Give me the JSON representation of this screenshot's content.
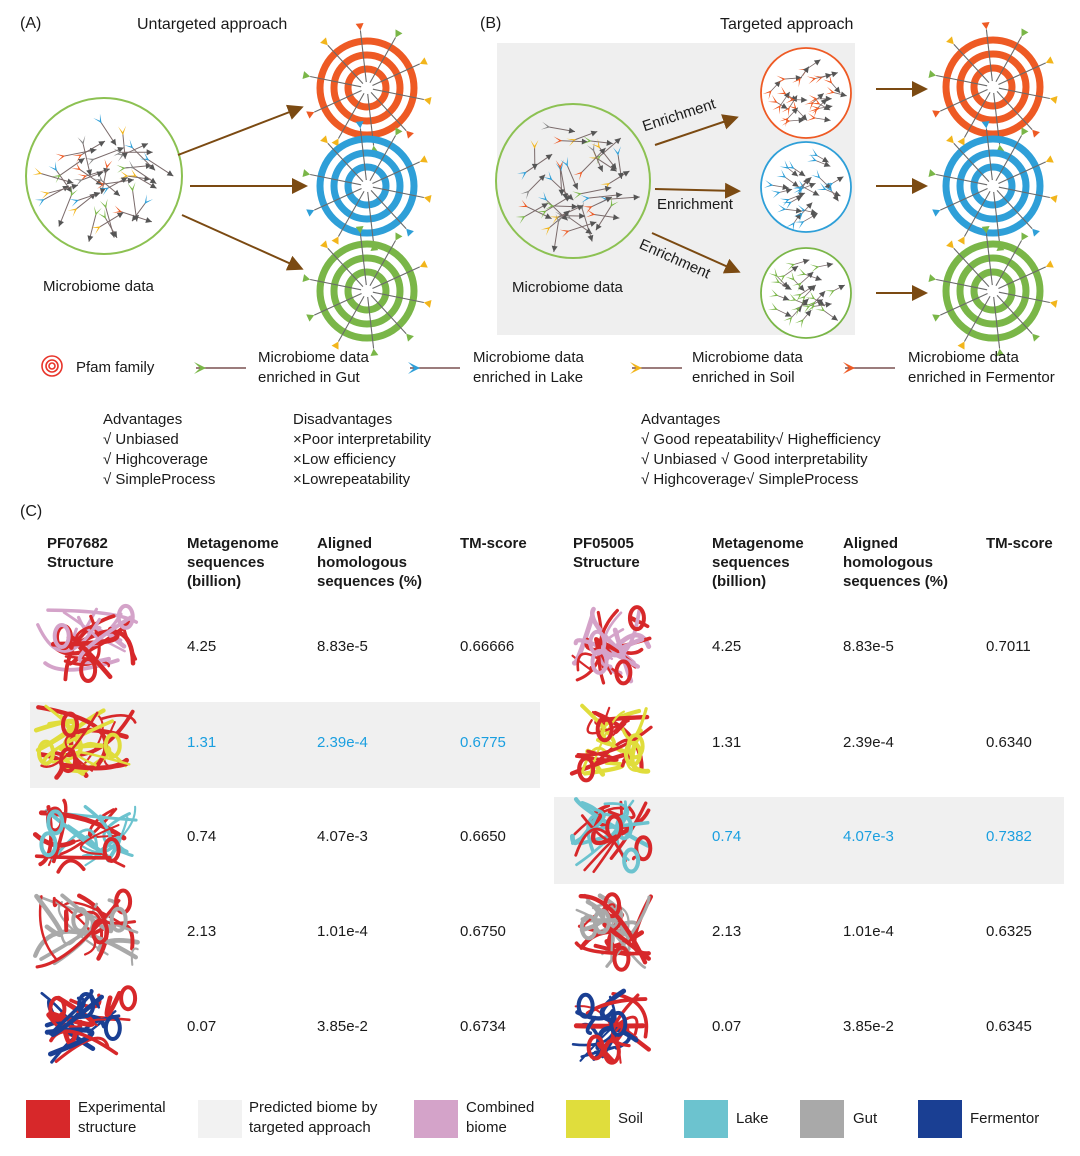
{
  "panels": {
    "a": {
      "label": "(A)",
      "title": "Untargeted approach",
      "source_label": "Microbiome data"
    },
    "b": {
      "label": "(B)",
      "title": "Targeted approach",
      "source_label": "Microbiome data",
      "arrow_label": "Enrichment"
    },
    "c": {
      "label": "(C)"
    }
  },
  "legend_top": [
    {
      "label": "Pfam family",
      "icon": "target-icon",
      "color": "#e8342a"
    },
    {
      "label": "Microbiome data\nenriched in Gut",
      "icon": "arrow-icon",
      "color": "#7ab648"
    },
    {
      "label": "Microbiome data\nenriched in Lake",
      "icon": "arrow-icon",
      "color": "#2e9fd8"
    },
    {
      "label": "Microbiome data\nenriched in Soil",
      "icon": "arrow-icon",
      "color": "#f2b51b"
    },
    {
      "label": "Microbiome data\nenriched in Fermentor",
      "icon": "arrow-icon",
      "color": "#ee5a24"
    }
  ],
  "notes": {
    "untargeted_advantages": "Advantages\n√ Unbiased\n√ Highcoverage\n√ SimpleProcess",
    "untargeted_disadvantages": "Disadvantages\n×Poor interpretability\n×Low efficiency\n×Lowrepeatability",
    "targeted_advantages": "Advantages\n√ Good repeatability√ Highefficiency\n√ Unbiased √ Good interpretability\n√ Highcoverage√ SimpleProcess"
  },
  "tables": [
    {
      "headers": [
        "PF07682\nStructure",
        "Metagenome\nsequences\n(billion)",
        "Aligned\nhomologous\nsequences (%)",
        "TM-score"
      ],
      "rows": [
        {
          "seq": "4.25",
          "aligned": "8.83e-5",
          "tm": "0.66666",
          "highlight": false,
          "color": "#d4a3c9"
        },
        {
          "seq": "1.31",
          "aligned": "2.39e-4",
          "tm": "0.6775",
          "highlight": true,
          "color": "#e0dd3c"
        },
        {
          "seq": "0.74",
          "aligned": "4.07e-3",
          "tm": "0.6650",
          "highlight": false,
          "color": "#6cc3cf"
        },
        {
          "seq": "2.13",
          "aligned": "1.01e-4",
          "tm": "0.6750",
          "highlight": false,
          "color": "#a9a9a9"
        },
        {
          "seq": "0.07",
          "aligned": "3.85e-2",
          "tm": "0.6734",
          "highlight": false,
          "color": "#1a3f93"
        }
      ]
    },
    {
      "headers": [
        "PF05005\nStructure",
        "Metagenome\nsequences\n(billion)",
        "Aligned\nhomologous\nsequences (%)",
        "TM-score"
      ],
      "rows": [
        {
          "seq": "4.25",
          "aligned": "8.83e-5",
          "tm": "0.7011",
          "highlight": false,
          "color": "#d4a3c9"
        },
        {
          "seq": "1.31",
          "aligned": "2.39e-4",
          "tm": "0.6340",
          "highlight": false,
          "color": "#e0dd3c"
        },
        {
          "seq": "0.74",
          "aligned": "4.07e-3",
          "tm": "0.7382",
          "highlight": true,
          "color": "#6cc3cf"
        },
        {
          "seq": "2.13",
          "aligned": "1.01e-4",
          "tm": "0.6325",
          "highlight": false,
          "color": "#a9a9a9"
        },
        {
          "seq": "0.07",
          "aligned": "3.85e-2",
          "tm": "0.6345",
          "highlight": false,
          "color": "#1a3f93"
        }
      ]
    }
  ],
  "legend_bottom": [
    {
      "label": "Experimental\nstructure",
      "color": "#d7282a"
    },
    {
      "label": "Predicted biome by\ntargeted approach",
      "color": "#f2f2f2"
    },
    {
      "label": "Combined\nbiome",
      "color": "#d4a3c9"
    },
    {
      "label": "Soil",
      "color": "#e0dd3c"
    },
    {
      "label": "Lake",
      "color": "#6cc3cf"
    },
    {
      "label": "Gut",
      "color": "#a9a9a9"
    },
    {
      "label": "Fermentor",
      "color": "#1a3f93"
    }
  ],
  "colors": {
    "orange": "#ee5a24",
    "blue": "#2e9fd8",
    "green": "#7ab648",
    "yellow": "#f2b51b",
    "brown": "#7b4a12",
    "highlight": "#1a9fe0"
  }
}
